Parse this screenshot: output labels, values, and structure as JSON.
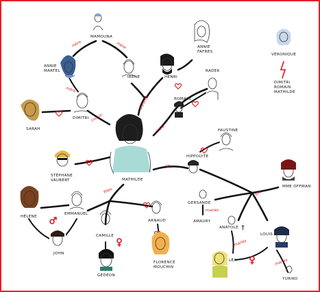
{
  "people": {
    "mamouna": "MAMOUNA",
    "annie_martel": "ANNIE\nMARTEL",
    "irene": "IRÈNE",
    "henri": "HENRI",
    "annie_fafres": "ANNIE\nFAFRES",
    "veronique": "VÉRONIQUE",
    "dimitri_romain_mathilde": "DIMITRI\nROMAIN\nMATHILDE",
    "sarah": "SARAH",
    "dimitri": "DIMITRI",
    "romain": "ROMAIN",
    "radek": "RADEK",
    "faustine": "FAUSTINE",
    "mathilde": "MATHILDE",
    "stephane": "STÉPHANE\nVAUBERT",
    "hippolyte": "HIPPOLYTE",
    "helene": "HÉLÈNE",
    "emmanuel": "EMMANUEL",
    "john": "JOHN",
    "camille": "CAMILLE",
    "gedeon": "GÉDÉON",
    "arnaud": "ARNAUD",
    "florence": "FLORENCE\nMOUCHIN",
    "gersande": "GERSANDE",
    "amaury": "AMAURY",
    "mme_offman": "MME OFFMAN",
    "anatole": "ANATOLE",
    "lea": "LÉA",
    "louis": "LOUIS",
    "yuriko": "YURIKO"
  },
  "relations": {
    "mere_left": "mère",
    "mere_right": "mère",
    "mere_dimitri": "mère",
    "parents": "parents",
    "cousin": "cousin",
    "frere": "frère",
    "fils": "fils",
    "filles": "filles",
    "fille": "fille",
    "maries_gersande": "mariés",
    "maries_anatole": "mariés",
    "maries_louis": "mariés"
  },
  "symbols": {
    "dagger": "†"
  },
  "colors": {
    "frame": "#e8202a",
    "relation": "#d71920",
    "line": "#111111"
  }
}
